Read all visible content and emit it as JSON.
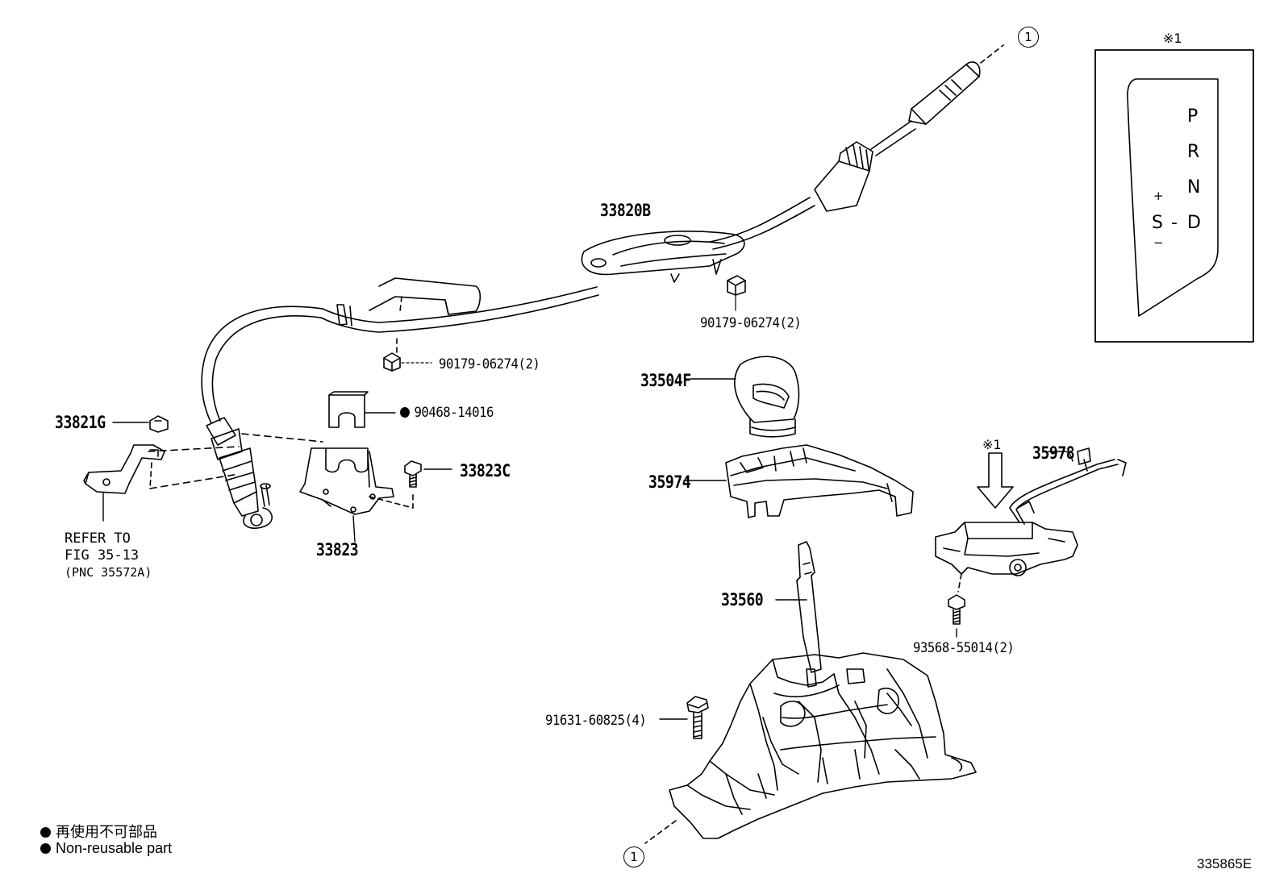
{
  "callouts": {
    "p33820B": "33820B",
    "p90179_upper": "90179-06274(2)",
    "p90179_lower": "90179-06274(2)",
    "p33504F": "33504F",
    "p90468": "90468-14016",
    "p33821G": "33821G",
    "p33823C": "33823C",
    "p33823": "33823",
    "p35974": "35974",
    "p35978": "35978",
    "p33560": "33560",
    "p93568": "93568-55014(2)",
    "p91631": "91631-60825(4)"
  },
  "refer_note": {
    "line1": "REFER TO",
    "line2": "FIG 35-13",
    "line3": "(PNC 35572A)"
  },
  "shift_pattern": {
    "mark": "※1",
    "p": "P",
    "r": "R",
    "n": "N",
    "d": "D",
    "s": "S",
    "dash": "-",
    "plus": "+",
    "minus": "−"
  },
  "arrow_mark": "※1",
  "connection_marker": "1",
  "legend": {
    "jp": "再使用不可部品",
    "en": "Non-reusable part"
  },
  "figure_code": "335865E"
}
